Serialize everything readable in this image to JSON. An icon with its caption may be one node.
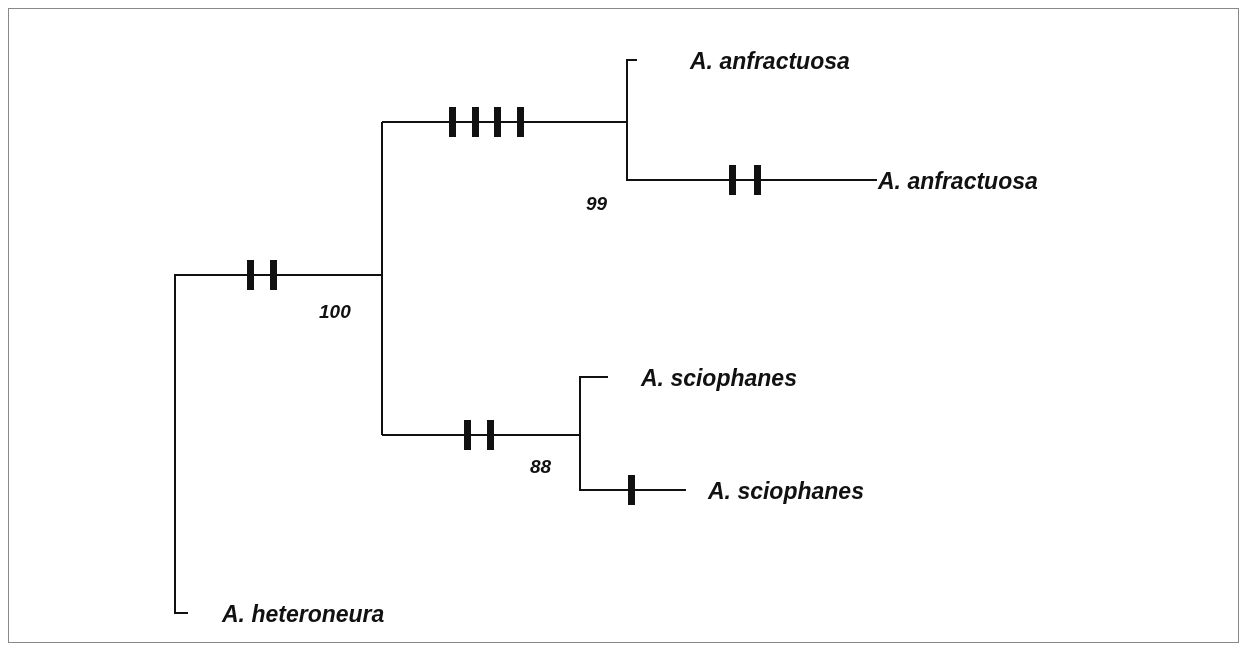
{
  "diagram": {
    "labels": [
      "A. anfractuosa",
      "99",
      "A. anfractuosa",
      "100",
      "A. sciophanes",
      "88",
      "A. sciophanes",
      "A. heteroneura"
    ]
  }
}
